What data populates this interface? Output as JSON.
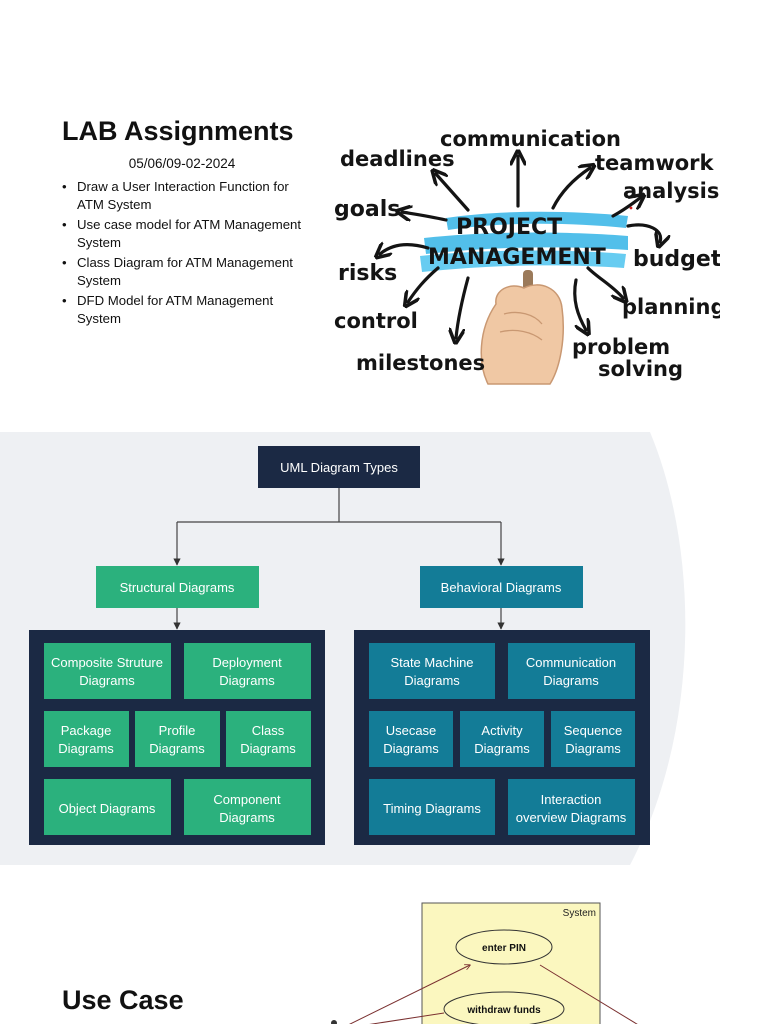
{
  "lab": {
    "title": "LAB Assignments",
    "date": "05/06/09-02-2024",
    "items": [
      "Draw a User Interaction Function for ATM System",
      "Use case model for ATM Management System",
      "Class Diagram for ATM Management System",
      "DFD Model for ATM Management System"
    ]
  },
  "pm_graphic": {
    "center_line1": "PROJECT",
    "center_line2": "MANAGEMENT",
    "words": {
      "communication": "communication",
      "deadlines": "deadlines",
      "teamwork": "teamwork",
      "analysis": "analysis",
      "goals": "goals",
      "budget": "budget",
      "risks": "risks",
      "planning": "planning",
      "control": "control",
      "problem": "problem",
      "solving": "solving",
      "milestones": "milestones"
    },
    "highlight_color": "#3fb8e8"
  },
  "uml": {
    "root": "UML Diagram Types",
    "structural": {
      "title": "Structural Diagrams",
      "items": {
        "composite_1": "Composite Struture",
        "composite_2": "Diagrams",
        "deployment_1": "Deployment",
        "deployment_2": "Diagrams",
        "package_1": "Package",
        "package_2": "Diagrams",
        "profile_1": "Profile",
        "profile_2": "Diagrams",
        "class_1": "Class",
        "class_2": "Diagrams",
        "object": "Object Diagrams",
        "component_1": "Component",
        "component_2": "Diagrams"
      }
    },
    "behavioral": {
      "title": "Behavioral Diagrams",
      "items": {
        "state_1": "State Machine",
        "state_2": "Diagrams",
        "communication_1": "Communication",
        "communication_2": "Diagrams",
        "usecase_1": "Usecase",
        "usecase_2": "Diagrams",
        "activity_1": "Activity",
        "activity_2": "Diagrams",
        "sequence_1": "Sequence",
        "sequence_2": "Diagrams",
        "timing": "Timing Diagrams",
        "interaction_1": "Interaction",
        "interaction_2": "overview Diagrams"
      }
    },
    "colors": {
      "navy": "#1b2944",
      "green": "#2bb17d",
      "teal": "#137c97",
      "background": "#eef0f3"
    }
  },
  "usecase": {
    "title": "Use Case",
    "system_label": "System",
    "enter_pin": "enter PIN",
    "withdraw_funds": "withdraw funds",
    "system_fill": "#fbf7bf"
  }
}
